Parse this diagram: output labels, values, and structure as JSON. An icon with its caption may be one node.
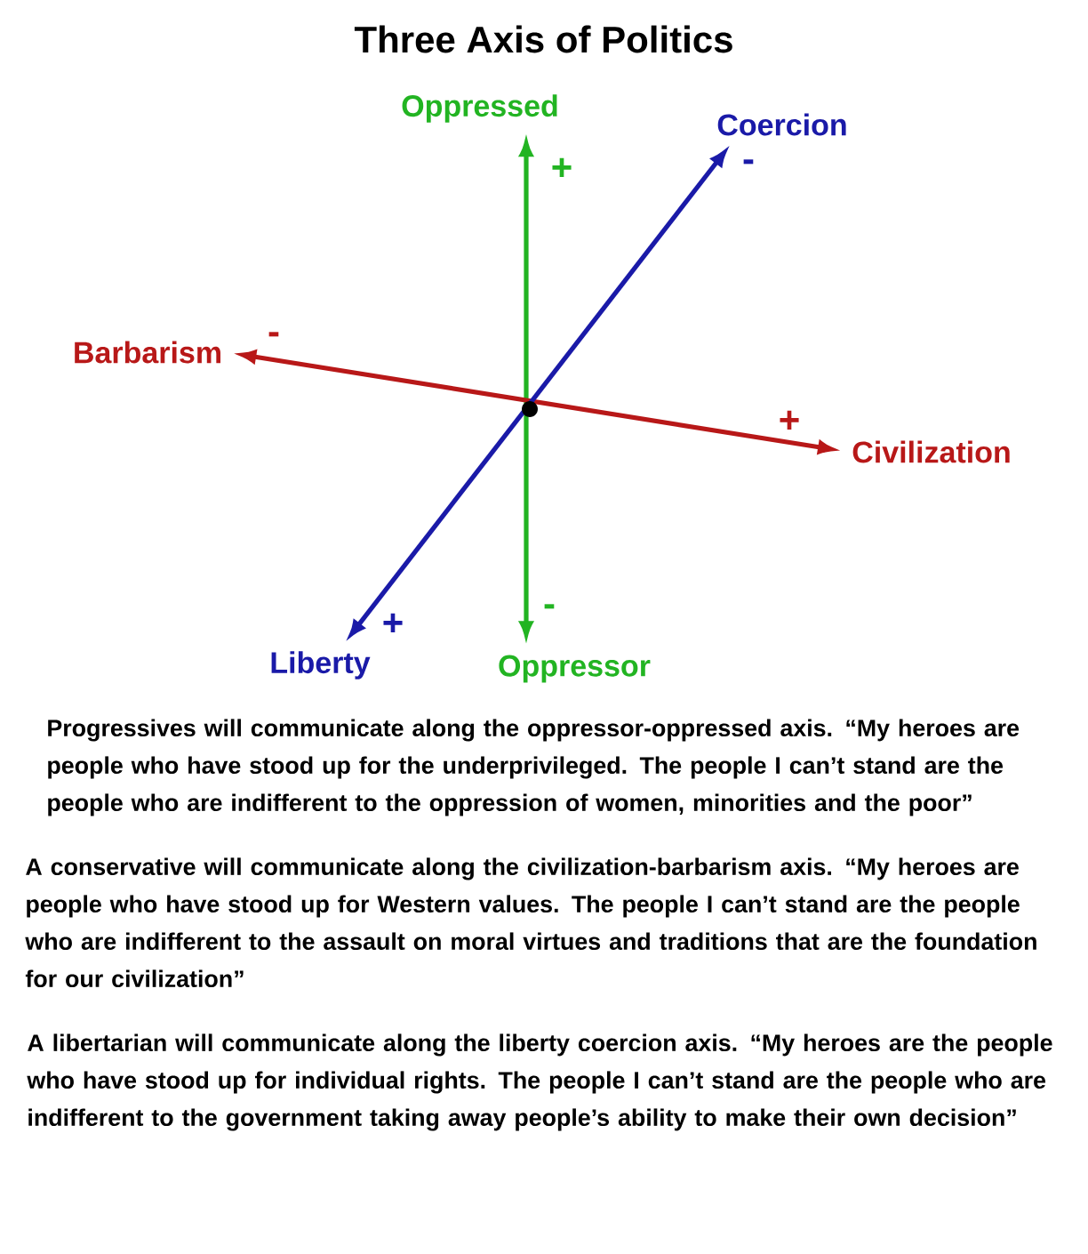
{
  "diagram": {
    "title": "Three Axis of Politics",
    "nodes": [
      {
        "text": [
          "Oppressed"
        ]
      },
      {
        "text": [
          "Coercion"
        ]
      },
      {
        "text": [
          "Barbarism"
        ]
      },
      {
        "text": [
          "Civilization"
        ]
      },
      {
        "text": [
          "Liberty"
        ]
      },
      {
        "text": [
          "Oppressor"
        ]
      }
    ],
    "edges": [
      {
        "from": 5,
        "to": 0,
        "arrow": "both",
        "color": "#22b422"
      },
      {
        "from": 2,
        "to": 3,
        "arrow": "both",
        "color": "#b81818"
      },
      {
        "from": 4,
        "to": 1,
        "arrow": "both",
        "color": "#1a1aa8"
      }
    ],
    "labels": [
      "+",
      "-",
      "-",
      "+",
      "+",
      "-",
      "Progressives will communicate along the oppressor-oppressed axis. “My heroes are people who have stood up for the underprivileged. The people I can’t stand are the people who are indifferent to the oppression of women, minorities and the poor”",
      "A conservative will communicate along the civilization-barbarism axis. “My heroes are people who have stood up for Western values. The people I can’t stand are the people who are indifferent to the assault on moral virtues and traditions that are the foundation for our civilization”",
      "A libertarian will communicate along the liberty coercion axis. “My heroes are the people who have stood up for individual rights. The people I can’t stand are the people who are indifferent to the government taking away people’s ability to make their own decision”"
    ]
  }
}
